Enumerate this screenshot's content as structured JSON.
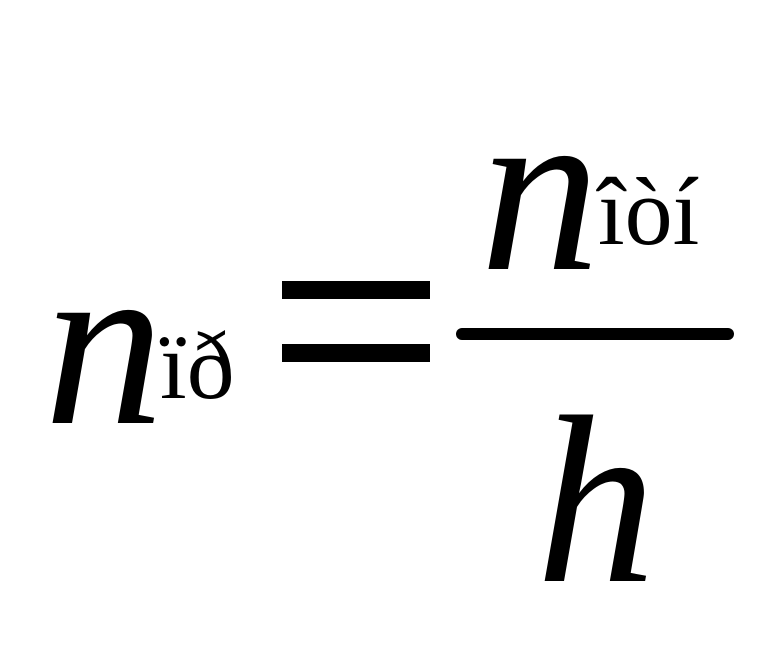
{
  "formula": {
    "lhs": {
      "variable": "n",
      "subscript": "ïð"
    },
    "operator": "=",
    "fraction": {
      "numerator": {
        "variable": "n",
        "subscript": "îòí"
      },
      "denominator": {
        "variable": "h"
      }
    }
  }
}
